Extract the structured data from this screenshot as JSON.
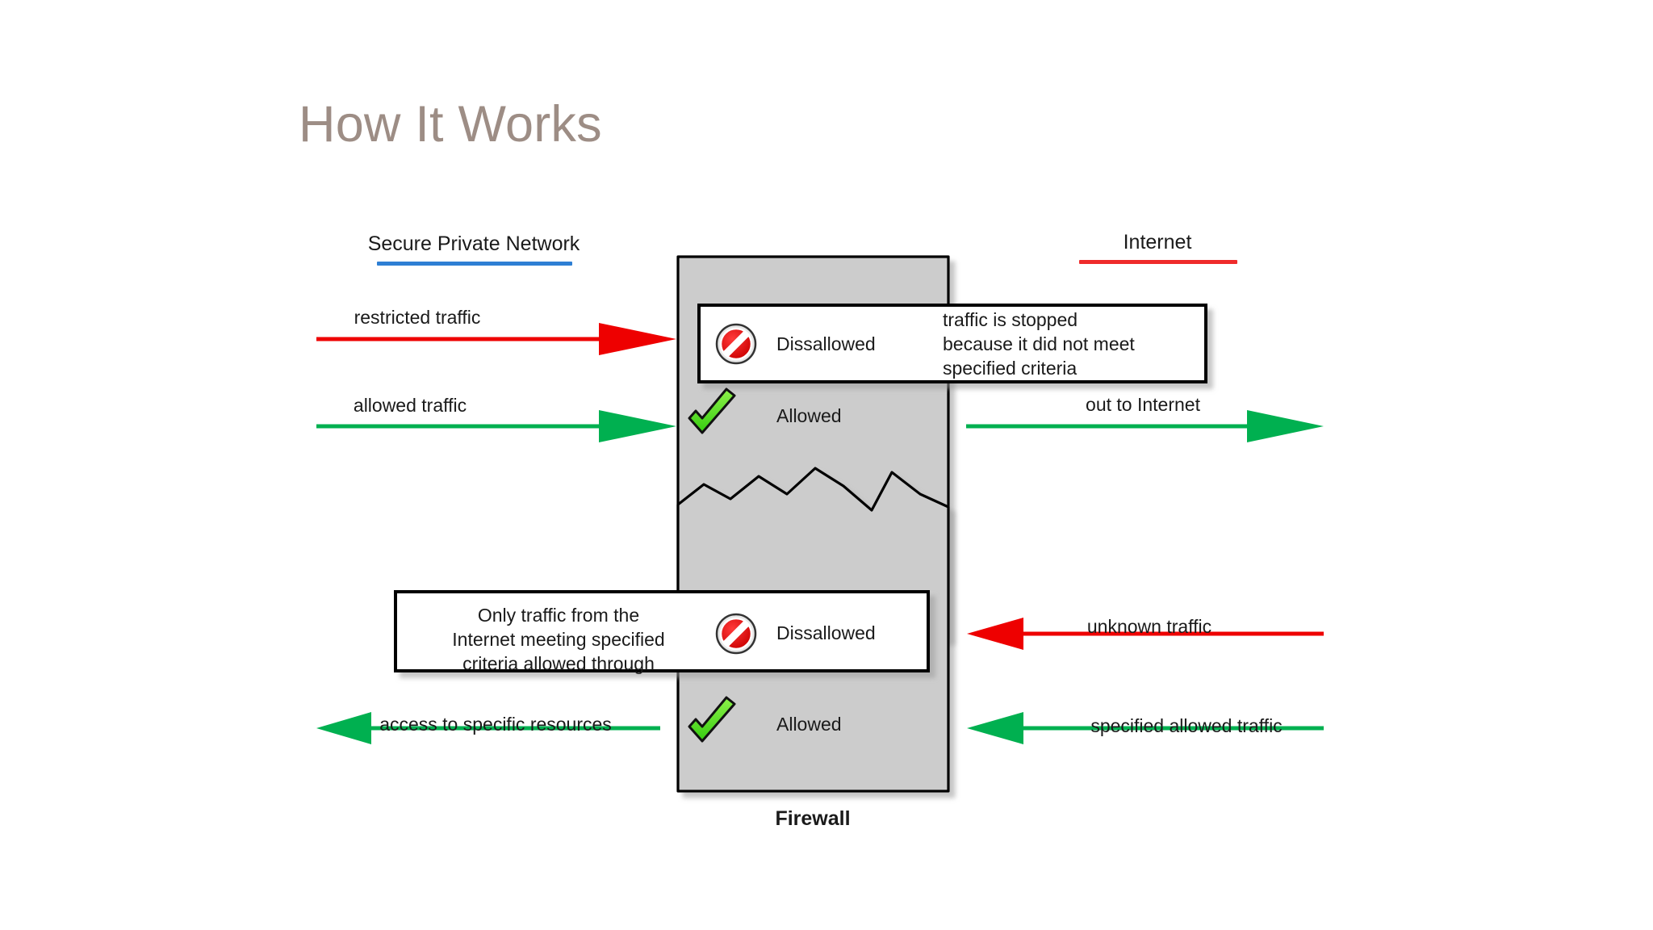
{
  "slide": {
    "title": "How It Works",
    "title_color": "#9d8d85"
  },
  "colors": {
    "private_network_rule": "#2e7fd4",
    "internet_rule": "#ef2b2b",
    "blocked_traffic": "#ee0000",
    "allowed_traffic": "#00b050",
    "wall_fill": "#cccccc",
    "wall_stroke": "#000000",
    "callout_fill": "#ffffff",
    "callout_stroke": "#000000",
    "text": "#1a1a1a"
  },
  "diagram": {
    "name": "firewall-how-it-works-diagram",
    "zones": {
      "left": {
        "label": "Secure Private Network",
        "rule_color": "#2e7fd4"
      },
      "right": {
        "label": "Internet",
        "rule_color": "#ef2b2b"
      }
    },
    "firewall_caption": "Firewall",
    "outbound": {
      "name": "outbound-firewall-block",
      "inbound_arrows": [
        {
          "label": "restricted traffic",
          "color": "#ee0000",
          "direction": "right"
        },
        {
          "label": "allowed traffic",
          "color": "#00b050",
          "direction": "right"
        }
      ],
      "outbound_arrows": [
        {
          "label": "out to Internet",
          "color": "#00b050",
          "direction": "right"
        }
      ],
      "rules": [
        {
          "icon": "no-entry-icon",
          "label": "Dissallowed"
        },
        {
          "icon": "check-mark-icon",
          "label": "Allowed"
        }
      ],
      "callout": {
        "icon": "no-entry-icon",
        "verdict": "Dissallowed",
        "lines": [
          "traffic is stopped",
          "because it did not meet",
          "specified criteria"
        ]
      }
    },
    "inbound": {
      "name": "inbound-firewall-block",
      "inbound_arrows": [
        {
          "label": "unknown traffic",
          "color": "#ee0000",
          "direction": "left"
        },
        {
          "label": "specified allowed traffic",
          "color": "#00b050",
          "direction": "left"
        }
      ],
      "outbound_arrows": [
        {
          "label": "access to specific resources",
          "color": "#00b050",
          "direction": "left"
        }
      ],
      "rules": [
        {
          "icon": "no-entry-icon",
          "label": "Dissallowed"
        },
        {
          "icon": "check-mark-icon",
          "label": "Allowed"
        }
      ],
      "callout": {
        "icon": "no-entry-icon",
        "verdict": "Dissallowed",
        "lines": [
          "Only traffic from the",
          "Internet meeting specified",
          "criteria allowed through"
        ]
      }
    }
  }
}
